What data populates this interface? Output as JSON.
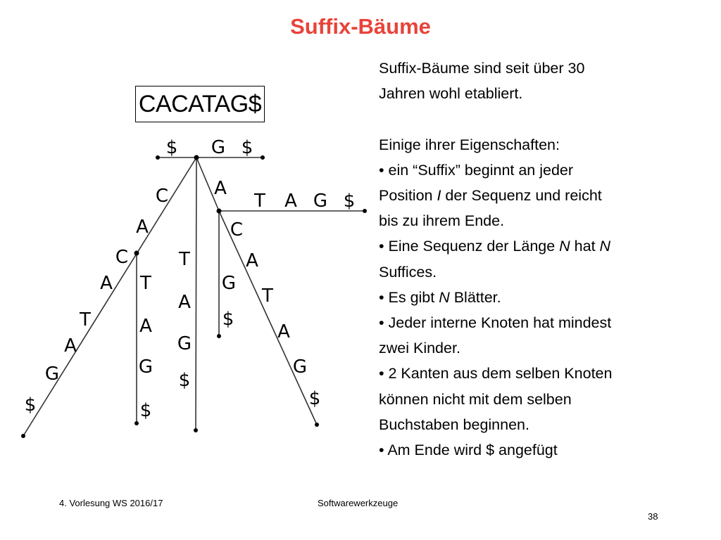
{
  "slide": {
    "title": "Suffix-Bäume",
    "sequence": "CACATAG$",
    "text": {
      "intro_1": "Suffix-Bäume sind seit über 30",
      "intro_2": "Jahren wohl etabliert.",
      "heading": "Einige ihrer Eigenschaften:",
      "b1_pre": "• ein “Suffix” beginnt an jeder",
      "b1_l2_pre": "Position ",
      "b1_l2_var": "I",
      "b1_l2_post": " der Sequenz und reicht",
      "b1_l3": "bis zu ihrem Ende.",
      "b2_pre": "• Eine Sequenz der Länge ",
      "b2_var1": "N",
      "b2_mid": " hat ",
      "b2_var2": "N",
      "b2_l2": "Suffices.",
      "b3_pre": "• Es gibt ",
      "b3_var": "N",
      "b3_post": " Blätter.",
      "b4_l1": "• Jeder interne Knoten hat mindest",
      "b4_l2": "zwei Kinder.",
      "b5_l1": "• 2 Kanten aus dem selben Knoten",
      "b5_l2": "können nicht mit dem selben",
      "b5_l3": "Buchstaben beginnen.",
      "b6": "• Am Ende wird $ angefügt"
    },
    "footer": {
      "left": "4. Vorlesung WS 2016/17",
      "center": "Softwarewerkzeuge",
      "page": "38"
    }
  },
  "tree": {
    "top_labels": {
      "dollar_left": "$",
      "g": "G",
      "dollar_right": "$"
    },
    "left_branch": [
      "C",
      "A",
      "C",
      "A",
      "T",
      "A",
      "G",
      "$"
    ],
    "left_sub_branch": [
      "T",
      "A",
      "G",
      "$"
    ],
    "center_branch": [
      "T",
      "A",
      "G",
      "$"
    ],
    "a_edge": "A",
    "tag_branch": [
      "T",
      "A",
      "G",
      "$"
    ],
    "inner_short_branch": [
      "G",
      "$"
    ],
    "right_branch": [
      "C",
      "A",
      "T",
      "A",
      "G",
      "$"
    ]
  }
}
